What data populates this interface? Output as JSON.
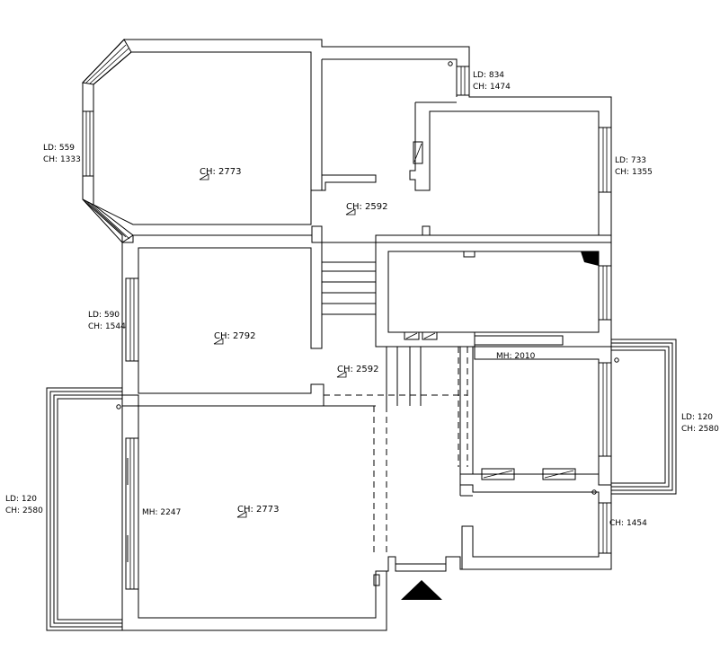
{
  "floorplan": {
    "window_labels": [
      {
        "id": "w-top-right",
        "ld": "LD: 834",
        "ch": "CH: 1474"
      },
      {
        "id": "w-bay-left",
        "ld": "LD: 559",
        "ch": "CH: 1333"
      },
      {
        "id": "w-right-upper",
        "ld": "LD: 733",
        "ch": "CH: 1355"
      },
      {
        "id": "w-left-mid",
        "ld": "LD: 590",
        "ch": "CH: 1544"
      },
      {
        "id": "w-balcony-right",
        "ld": "LD: 120",
        "ch": "CH: 2580"
      },
      {
        "id": "w-balcony-left",
        "ld": "LD: 120",
        "ch": "CH: 2580"
      },
      {
        "id": "w-right-lower",
        "ld": "",
        "ch": "CH: 1454"
      }
    ],
    "room_labels": [
      {
        "id": "room-master",
        "text": "CH: 2773"
      },
      {
        "id": "room-corridor",
        "text": "CH: 2592"
      },
      {
        "id": "room-bedroom2",
        "text": "CH: 2792"
      },
      {
        "id": "room-hall",
        "text": "CH: 2592"
      },
      {
        "id": "room-living",
        "text": "CH: 2773"
      }
    ],
    "misc_labels": {
      "mh_living": "MH: 2247",
      "mh_kitchen": "MH: 2010"
    }
  }
}
